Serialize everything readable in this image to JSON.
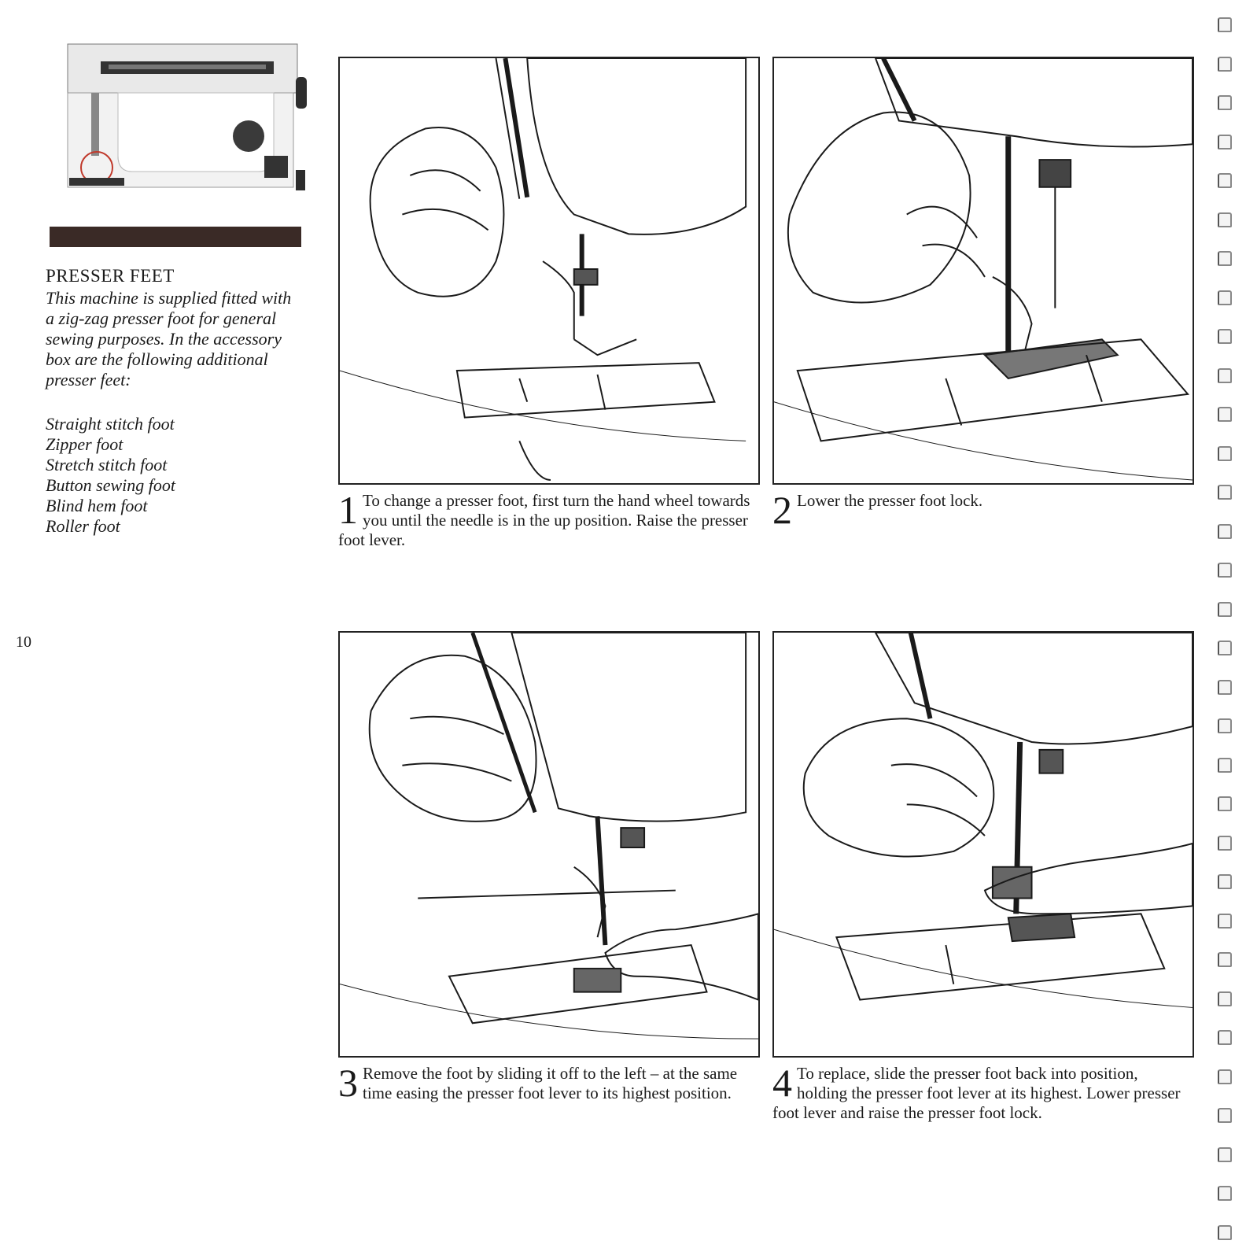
{
  "page_number": "10",
  "section": {
    "title": "PRESSER FEET",
    "intro": "This machine is supplied fitted with a zig-zag presser foot for general sewing purposes. In the accessory box are the following additional presser feet:",
    "feet": [
      "Straight stitch foot",
      "Zipper foot",
      "Stretch stitch foot",
      "Button sewing foot",
      "Blind hem foot",
      "Roller foot"
    ]
  },
  "steps": [
    {
      "num": "1",
      "text": "To change a presser foot, first turn the hand wheel towards you until the needle is in the up position. Raise the presser foot lever."
    },
    {
      "num": "2",
      "text": "Lower the presser foot lock."
    },
    {
      "num": "3",
      "text": "Remove the foot by sliding it off to the left – at the same time easing the presser foot lever to its highest position."
    },
    {
      "num": "4",
      "text": "To replace, slide the presser foot back into position, holding the presser foot lever at its highest. Lower presser foot lever and raise the presser foot lock."
    }
  ],
  "colors": {
    "ink": "#1a1a1a",
    "highlight_circle": "#c0392b",
    "machine_base": "#3a2a26"
  }
}
